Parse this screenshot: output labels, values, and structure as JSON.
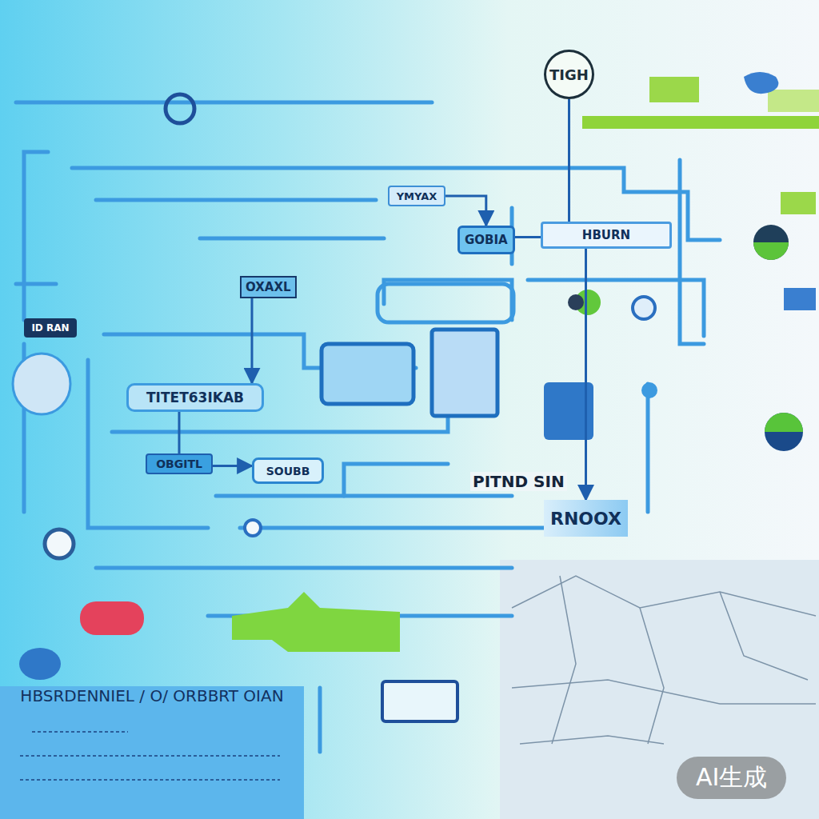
{
  "diagram": {
    "nodes": [
      {
        "text": [
          "TIGH"
        ]
      },
      {
        "text": [
          "YMYAX"
        ]
      },
      {
        "text": [
          "GOBIA"
        ]
      },
      {
        "text": [
          "HBURN"
        ]
      },
      {
        "text": [
          "OXAXL"
        ]
      },
      {
        "text": [
          "ID RAN"
        ]
      },
      {
        "text": [
          "TITET63IKAB"
        ]
      },
      {
        "text": [
          "OBGITL"
        ]
      },
      {
        "text": [
          "SOUBB"
        ]
      },
      {
        "text": [
          "RNOOX"
        ]
      },
      {
        "text": [
          "HBSRDENNIEL / O/ ORBBRT OIAN"
        ]
      }
    ],
    "edges": [
      {
        "from": 0,
        "to": 3,
        "arrow": "none"
      },
      {
        "from": 1,
        "to": 2,
        "arrow": "to"
      },
      {
        "from": 2,
        "to": 3,
        "arrow": "none"
      },
      {
        "from": 4,
        "to": 6,
        "arrow": "to"
      },
      {
        "from": 6,
        "to": 7,
        "arrow": "none"
      },
      {
        "from": 7,
        "to": 8,
        "arrow": "to"
      },
      {
        "from": 3,
        "to": 9,
        "arrow": "to"
      }
    ],
    "labels": [
      "PITND SIN",
      "AI生成"
    ]
  }
}
